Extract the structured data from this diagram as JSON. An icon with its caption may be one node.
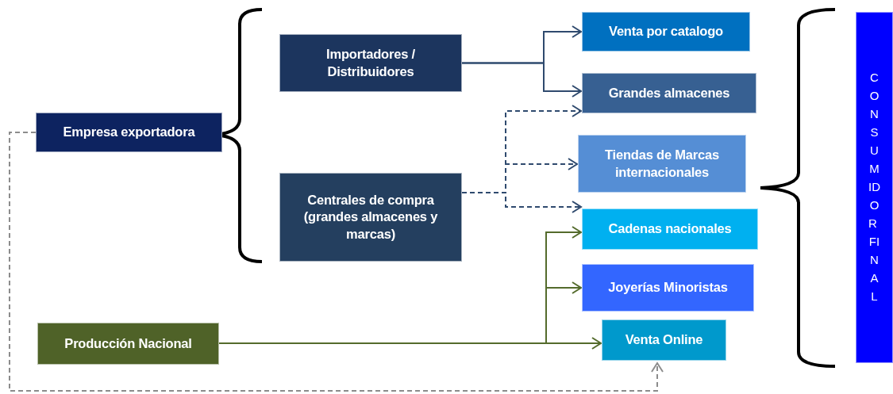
{
  "diagram": {
    "nodes": [
      {
        "text": [
          "Empresa exportadora"
        ]
      },
      {
        "text": [
          "Importadores / Distribuidores"
        ]
      },
      {
        "text": [
          "Centrales de compra (grandes almacenes y marcas)"
        ]
      },
      {
        "text": [
          "Producción Nacional"
        ]
      },
      {
        "text": [
          "Venta por catalogo"
        ]
      },
      {
        "text": [
          "Grandes almacenes"
        ]
      },
      {
        "text": [
          "Tiendas de Marcas internacionales"
        ]
      },
      {
        "text": [
          "Cadenas nacionales"
        ]
      },
      {
        "text": [
          "Joyerías Minoristas"
        ]
      },
      {
        "text": [
          "Venta Online"
        ]
      },
      {
        "text": [
          "CONSUMIDOR FINAL"
        ]
      }
    ],
    "edges": [
      {
        "from": 1,
        "to": 4,
        "arrow": "to"
      },
      {
        "from": 1,
        "to": 5,
        "arrow": "to"
      },
      {
        "from": 2,
        "to": 5,
        "arrow": "to",
        "style": "dashed"
      },
      {
        "from": 2,
        "to": 6,
        "arrow": "to",
        "style": "dashed"
      },
      {
        "from": 2,
        "to": 7,
        "arrow": "to",
        "style": "dashed"
      },
      {
        "from": 3,
        "to": 7,
        "arrow": "to",
        "color": "#546b2c"
      },
      {
        "from": 3,
        "to": 8,
        "arrow": "to",
        "color": "#546b2c"
      },
      {
        "from": 3,
        "to": 9,
        "arrow": "to",
        "color": "#546b2c"
      },
      {
        "from": 0,
        "to": 9,
        "arrow": "to",
        "style": "dashed",
        "color": "#8c8c8c"
      }
    ]
  }
}
